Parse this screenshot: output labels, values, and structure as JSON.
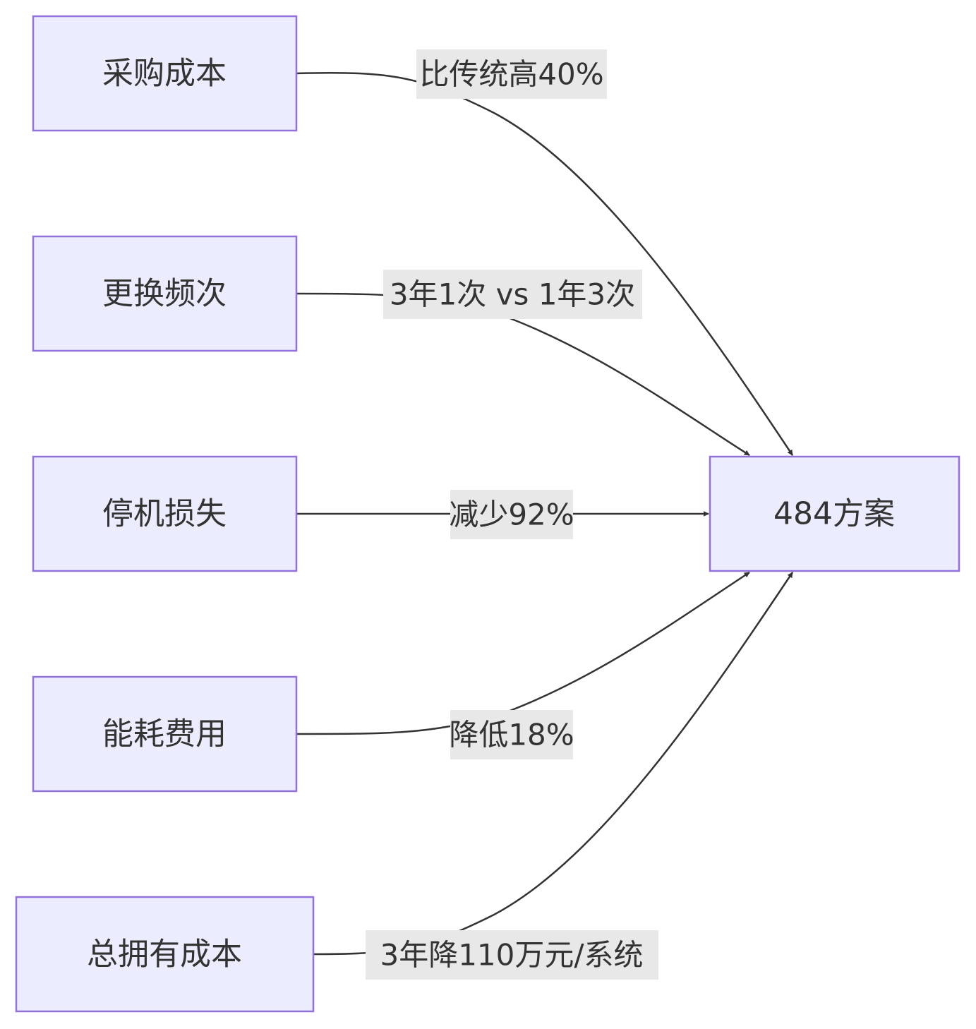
{
  "diagram": {
    "type": "flowchart",
    "direction": "LR",
    "colors": {
      "node_fill": "#ececff",
      "node_stroke": "#9370db",
      "edge": "#333333",
      "label_bg": "#e8e8e8",
      "text": "#333333"
    },
    "nodes": [
      {
        "id": "a",
        "label": "采购成本"
      },
      {
        "id": "b",
        "label": "更换频次"
      },
      {
        "id": "c",
        "label": "停机损失"
      },
      {
        "id": "d",
        "label": "能耗费用"
      },
      {
        "id": "e",
        "label": "总拥有成本"
      },
      {
        "id": "t",
        "label": "484方案"
      }
    ],
    "edges": [
      {
        "from": "a",
        "to": "t",
        "label": "比传统高40%"
      },
      {
        "from": "b",
        "to": "t",
        "label": "3年1次 vs 1年3次"
      },
      {
        "from": "c",
        "to": "t",
        "label": "减少92%"
      },
      {
        "from": "d",
        "to": "t",
        "label": "降低18%"
      },
      {
        "from": "e",
        "to": "t",
        "label": "3年降110万元/系统"
      }
    ]
  }
}
